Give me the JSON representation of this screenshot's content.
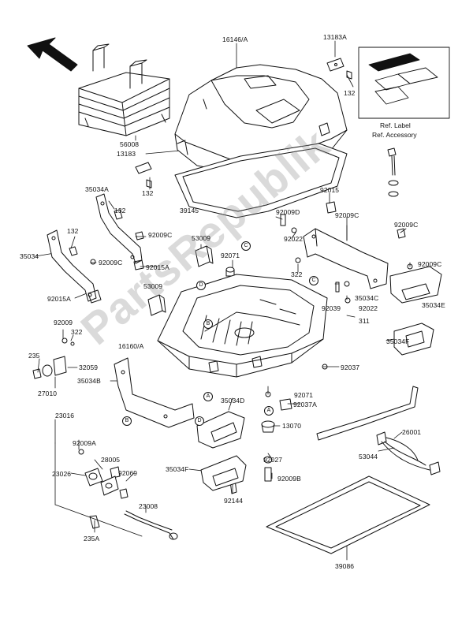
{
  "watermark": "PartsRepublik",
  "labels": {
    "l16146A": "16146/A",
    "l13183A": "13183A",
    "l132a": "132",
    "l56008": "56008",
    "l13183": "13183",
    "l132b": "132",
    "l35034A": "35034A",
    "l39145": "39145",
    "l132c": "132",
    "l92009C_a": "92009C",
    "l132d": "132",
    "l35034": "35034",
    "l92009C_b": "92009C",
    "l92015A_a": "92015A",
    "l92015A_b": "92015A",
    "l53009a": "53009",
    "l92071a": "92071",
    "l53009b": "53009",
    "l92009D": "92009D",
    "l92022a": "92022",
    "l322a": "322",
    "l92015": "92015",
    "l92009C_c": "92009C",
    "l92009C_d": "92009C",
    "l92009C_e": "92009C",
    "l35034C": "35034C",
    "l92022b": "92022",
    "l92039": "92039",
    "l311": "311",
    "l35034E": "35034E",
    "l92009": "92009",
    "l322b": "322",
    "l16160A": "16160/A",
    "l235": "235",
    "l32059": "32059",
    "l35034B": "35034B",
    "l27010": "27010",
    "l35034F_a": "35034F",
    "l92037": "92037",
    "l92071b": "92071",
    "l92037A": "92037A",
    "l35034D": "35034D",
    "l23016": "23016",
    "l13070": "13070",
    "l26001": "26001",
    "l92009A": "92009A",
    "l28005": "28005",
    "l23026": "23026",
    "l92069": "92069",
    "l35034F_b": "35034F",
    "l92027": "92027",
    "l53044": "53044",
    "l92009B": "92009B",
    "l23008": "23008",
    "l92144": "92144",
    "l235A": "235A",
    "l39086": "39086"
  },
  "ref": {
    "label": "Ref. Label",
    "accessory": "Ref. Accessory"
  },
  "circles": {
    "A": "A",
    "B": "B",
    "C": "C",
    "D": "D"
  }
}
